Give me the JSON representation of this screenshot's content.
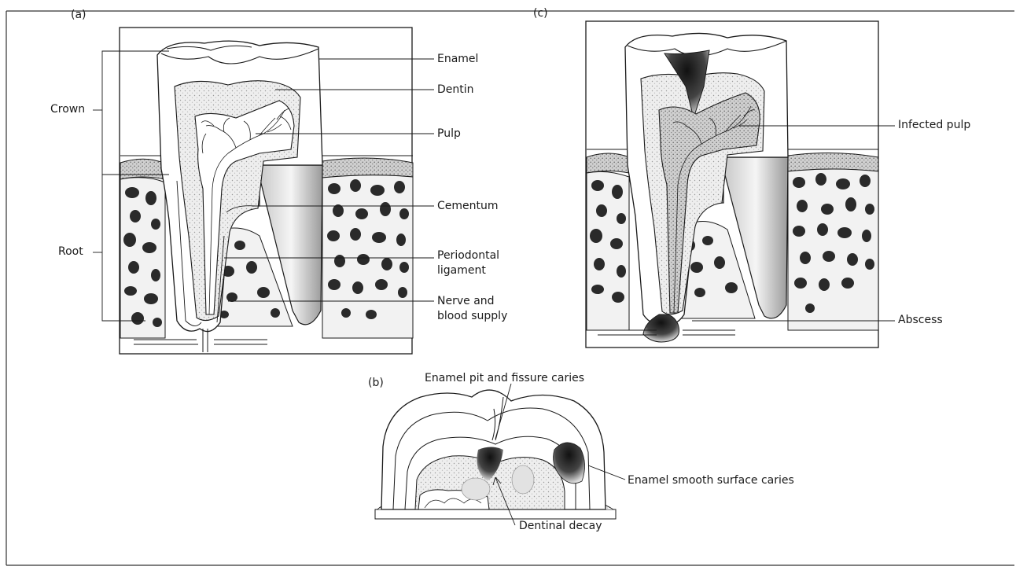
{
  "panels": {
    "a": {
      "letter": "(a)",
      "labels": {
        "enamel": "Enamel",
        "dentin": "Dentin",
        "pulp": "Pulp",
        "cementum": "Cementum",
        "periodontal_1": "Periodontal",
        "periodontal_2": "ligament",
        "nerve_1": "Nerve and",
        "nerve_2": "blood supply",
        "crown": "Crown",
        "root": "Root"
      }
    },
    "b": {
      "letter": "(b)",
      "labels": {
        "pit": "Enamel pit and fissure caries",
        "smooth": "Enamel smooth surface caries",
        "dentinal": "Dentinal decay"
      }
    },
    "c": {
      "letter": "(c)",
      "labels": {
        "infected": "Infected pulp",
        "abscess": "Abscess"
      }
    }
  },
  "colors": {
    "line": "#1a1a1a",
    "dentin_stipple": "#d8d8d8",
    "bone_spot": "#2a2a2a",
    "decay": "#202020"
  }
}
